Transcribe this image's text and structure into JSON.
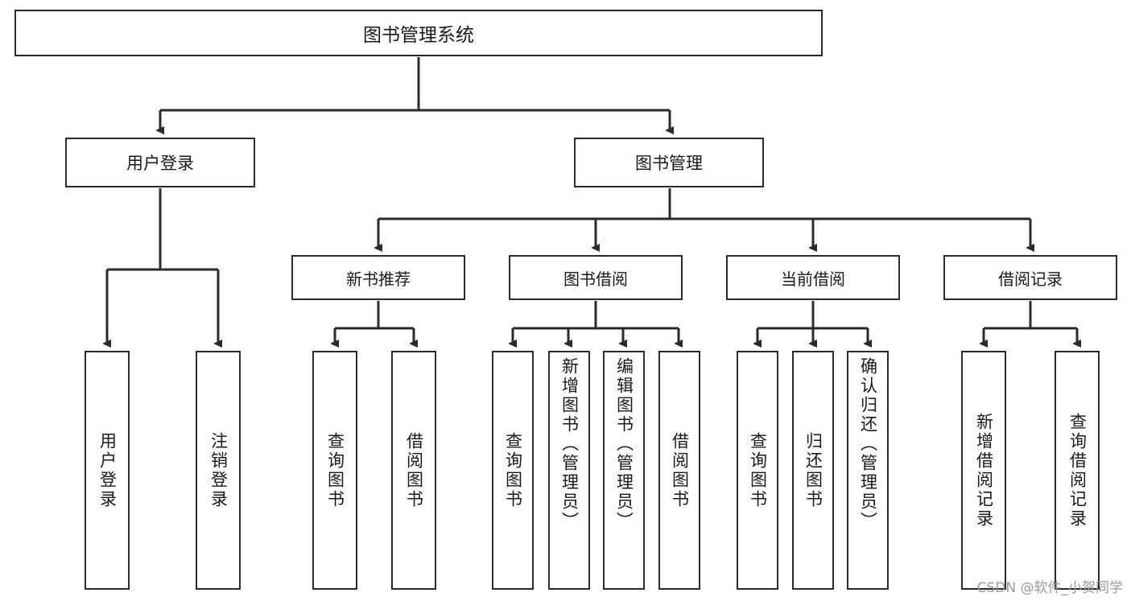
{
  "diagram": {
    "title": "图书管理系统",
    "root": {
      "label": "图书管理系统"
    },
    "level2": [
      {
        "label": "用户登录"
      },
      {
        "label": "图书管理"
      }
    ],
    "level3": [
      {
        "label": "新书推荐"
      },
      {
        "label": "图书借阅"
      },
      {
        "label": "当前借阅"
      },
      {
        "label": "借阅记录"
      }
    ],
    "leaves": {
      "user_login": [
        {
          "label": "用户登录"
        },
        {
          "label": "注销登录"
        }
      ],
      "new_book_recommend": [
        {
          "label": "查询图书"
        },
        {
          "label": "借阅图书"
        }
      ],
      "book_borrow": [
        {
          "label": "查询图书"
        },
        {
          "label": "新增图书（管理员）"
        },
        {
          "label": "编辑图书（管理员）"
        },
        {
          "label": "借阅图书"
        }
      ],
      "current_borrow": [
        {
          "label": "查询图书"
        },
        {
          "label": "归还图书"
        },
        {
          "label": "确认归还（管理员）"
        }
      ],
      "borrow_record": [
        {
          "label": "新增借阅记录"
        },
        {
          "label": "查询借阅记录"
        }
      ]
    }
  },
  "watermark": {
    "text": "CSDN @软件_小贺同学"
  },
  "colors": {
    "stroke": "#2b2b2b",
    "box_fill": "#ffffff",
    "text": "#1a1a1a",
    "watermark": "#9a9a9a"
  }
}
